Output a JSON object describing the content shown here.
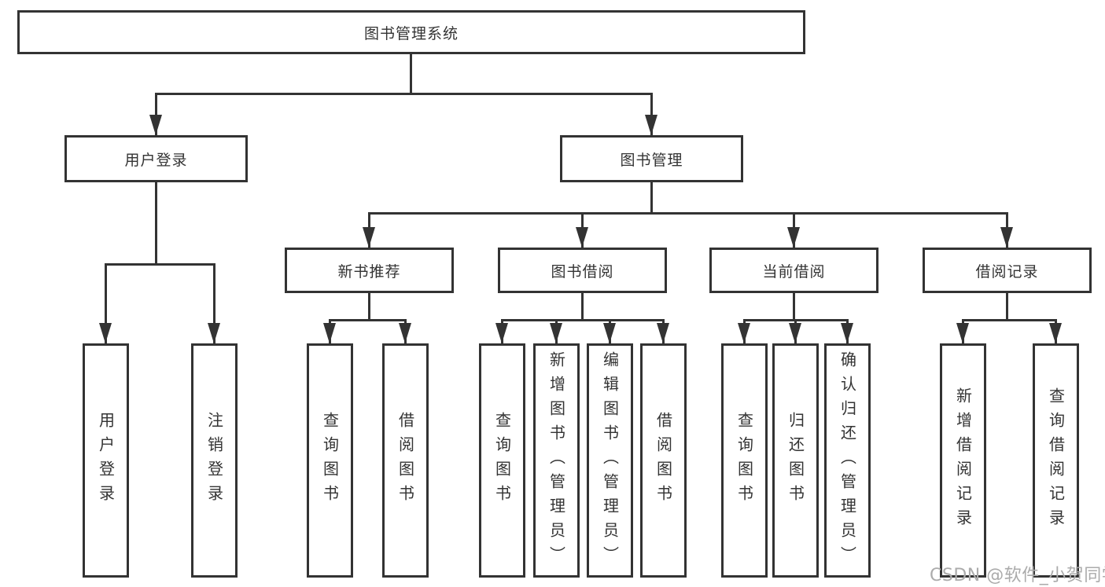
{
  "diagram": {
    "root": {
      "label": "图书管理系统"
    },
    "branches": [
      {
        "label": "用户登录",
        "children": [
          {
            "label": "用户登录"
          },
          {
            "label": "注销登录"
          }
        ]
      },
      {
        "label": "图书管理",
        "children": [
          {
            "label": "新书推荐",
            "children": [
              {
                "label": "查询图书"
              },
              {
                "label": "借阅图书"
              }
            ]
          },
          {
            "label": "图书借阅",
            "children": [
              {
                "label": "查询图书"
              },
              {
                "label": "新增图书（管理员）"
              },
              {
                "label": "编辑图书（管理员）"
              },
              {
                "label": "借阅图书"
              }
            ]
          },
          {
            "label": "当前借阅",
            "children": [
              {
                "label": "查询图书"
              },
              {
                "label": "归还图书"
              },
              {
                "label": "确认归还（管理员）"
              }
            ]
          },
          {
            "label": "借阅记录",
            "children": [
              {
                "label": "新增借阅记录"
              },
              {
                "label": "查询借阅记录"
              }
            ]
          }
        ]
      }
    ]
  },
  "watermark": {
    "text": "CSDN @软件_小贺同学"
  },
  "colors": {
    "line": "#333333",
    "text": "#333333",
    "watermark": "#ababab",
    "background": "#ffffff"
  }
}
